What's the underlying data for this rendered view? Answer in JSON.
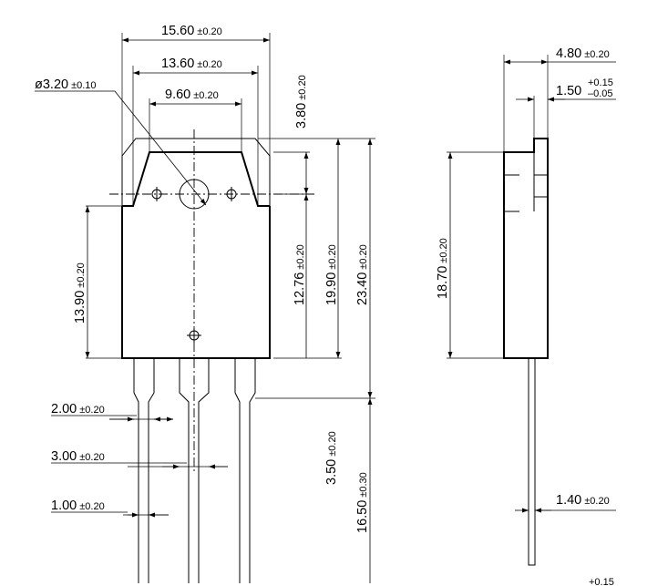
{
  "dimensions": {
    "width_15_60": {
      "value": "15.60",
      "tol": "±0.20"
    },
    "width_13_60": {
      "value": "13.60",
      "tol": "±0.20"
    },
    "width_9_60": {
      "value": "9.60",
      "tol": "±0.20"
    },
    "hole_dia": {
      "value": "ø3.20",
      "tol": "±0.10"
    },
    "height_3_80": {
      "value": "3.80",
      "tol": "±0.20"
    },
    "height_12_76": {
      "value": "12.76",
      "tol": "±0.20"
    },
    "height_19_90": {
      "value": "19.90",
      "tol": "±0.20"
    },
    "height_23_40": {
      "value": "23.40",
      "tol": "±0.20"
    },
    "height_13_90": {
      "value": "13.90",
      "tol": "±0.20"
    },
    "lead_2_00": {
      "value": "2.00",
      "tol": "±0.20"
    },
    "lead_3_00": {
      "value": "3.00",
      "tol": "±0.20"
    },
    "lead_1_00": {
      "value": "1.00",
      "tol": "±0.20"
    },
    "lead_3_50": {
      "value": "3.50",
      "tol": "±0.20"
    },
    "lead_16_50": {
      "value": "16.50",
      "tol": "±0.30"
    },
    "side_4_80": {
      "value": "4.80",
      "tol": "±0.20"
    },
    "side_1_50": {
      "value": "1.50",
      "tol_plus": "+0.15",
      "tol_minus": "–0.05"
    },
    "side_18_70": {
      "value": "18.70",
      "tol": "±0.20"
    },
    "side_1_40": {
      "value": "1.40",
      "tol": "±0.20"
    },
    "partial_tol": {
      "value": "+0.15"
    }
  }
}
